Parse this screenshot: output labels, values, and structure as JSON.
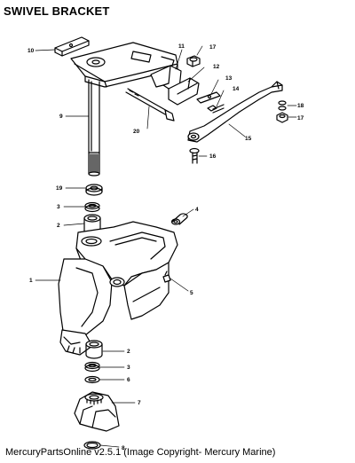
{
  "title": "SWIVEL BRACKET",
  "footer": "MercuryPartsOnline v2.5.1 (Image Copyright- Mercury Marine)",
  "callouts": {
    "c1": "1",
    "c2a": "2",
    "c2b": "2",
    "c3a": "3",
    "c3b": "3",
    "c4": "4",
    "c5": "5",
    "c6": "6",
    "c7": "7",
    "c8": "8",
    "c9": "9",
    "c10": "10",
    "c11": "11",
    "c12": "12",
    "c13": "13",
    "c14": "14",
    "c15": "15",
    "c16": "16",
    "c17a": "17",
    "c17b": "17",
    "c18": "18",
    "c19": "19",
    "c20": "20"
  }
}
